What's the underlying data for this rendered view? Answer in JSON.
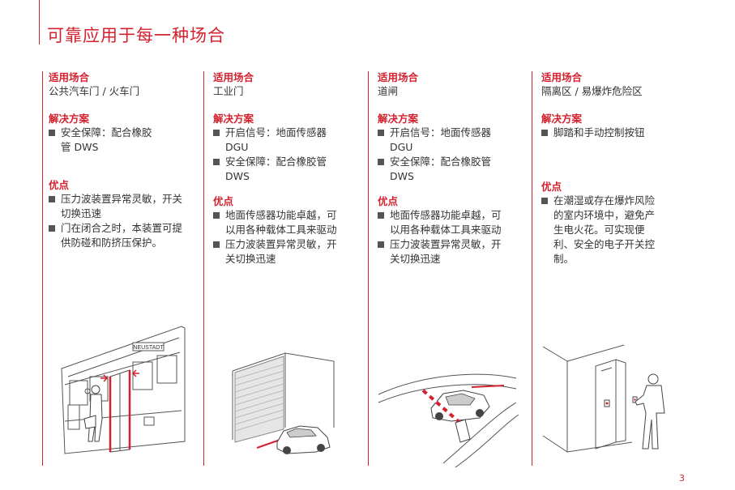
{
  "title": "可靠应用于每一种场合",
  "page_number": "3",
  "accent_color": "#d3212e",
  "columns": [
    {
      "app_heading": "适用场合",
      "application": "公共汽车门 / 火车门",
      "sol_heading": "解决方案",
      "solutions": [
        "安全保障：配合橡胶管 DWS"
      ],
      "adv_heading": "优点",
      "advantages": [
        "压力波装置异常灵敏，开关切换迅速",
        "门在闭合之时，本装置可提供防碰和防挤压保护。"
      ],
      "illustration_label": "NEUSTADT"
    },
    {
      "app_heading": "适用场合",
      "application": "工业门",
      "sol_heading": "解决方案",
      "solutions": [
        "开启信号：地面传感器 DGU",
        "安全保障：配合橡胶管DWS"
      ],
      "adv_heading": "优点",
      "advantages": [
        "地面传感器功能卓越，可以用各种载体工具来驱动",
        "压力波装置异常灵敏，开关切换迅速"
      ]
    },
    {
      "app_heading": "适用场合",
      "application": "道闸",
      "sol_heading": "解决方案",
      "solutions": [
        "开启信号：地面传感器DGU",
        "安全保障：配合橡胶管DWS"
      ],
      "adv_heading": "优点",
      "advantages": [
        "地面传感器功能卓越，可以用各种载体工具来驱动",
        "压力波装置异常灵敏，开关切换迅速"
      ]
    },
    {
      "app_heading": "适用场合",
      "application": "隔离区 / 易爆炸危险区",
      "sol_heading": "解决方案",
      "solutions": [
        "脚踏和手动控制按钮"
      ],
      "adv_heading": "优点",
      "advantages": [
        "在潮湿或存在爆炸风险的室内环境中，避免产生电火花。可实现便利、安全的电子开关控制。"
      ]
    }
  ]
}
